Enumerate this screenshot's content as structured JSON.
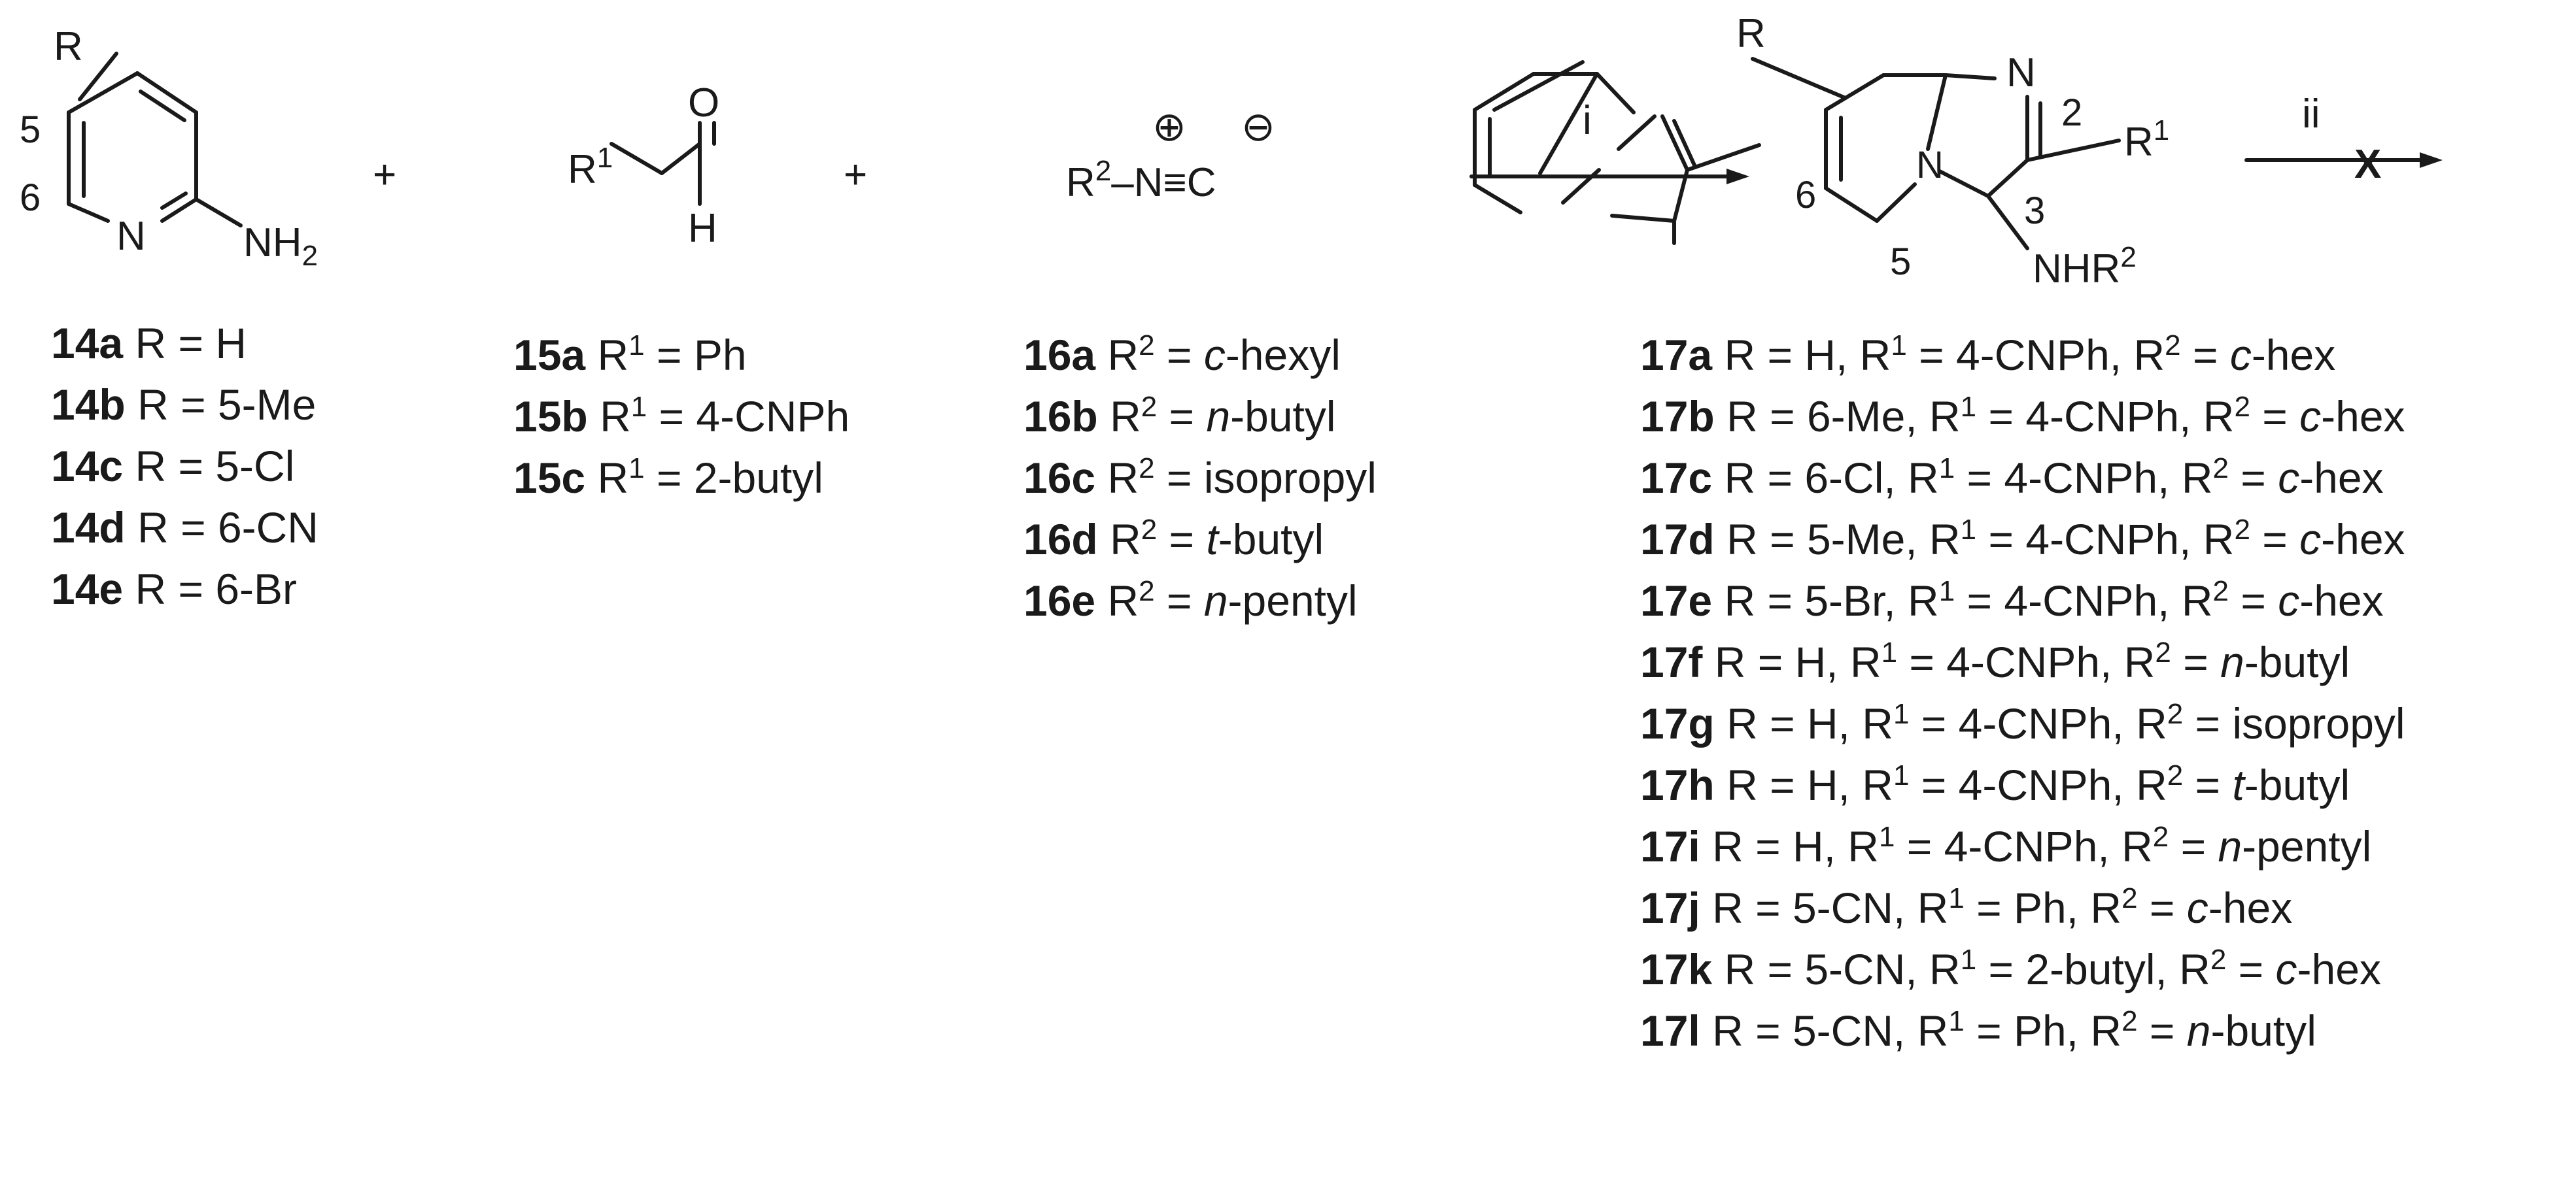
{
  "reactants": {
    "aminopyridine": {
      "R": "R",
      "pos5": "5",
      "pos6": "6",
      "N": "N",
      "NH": "NH",
      "sub2": "2"
    },
    "aldehyde": {
      "R": "R",
      "sup1": "1",
      "O": "O",
      "H": "H"
    },
    "isocyanide": {
      "R": "R",
      "sup2": "2",
      "dash": "–",
      "N": "N",
      "triple": "≡",
      "C": "C",
      "plus": "⊕",
      "minus": "⊖"
    }
  },
  "plus_signs": [
    "+",
    "+"
  ],
  "arrows": {
    "step1": "i",
    "step2": "ii",
    "blocked": "X"
  },
  "product": {
    "R": "R",
    "N_top": "N",
    "N_bridge": "N",
    "pos2": "2",
    "pos3": "3",
    "pos5": "5",
    "pos6": "6",
    "R1": "R",
    "R1_sup": "1",
    "NHR": "NHR",
    "NHR_sup": "2"
  },
  "lists": {
    "aminopyridines": [
      {
        "id": "14a",
        "pre": " R = H"
      },
      {
        "id": "14b",
        "pre": " R = 5-Me"
      },
      {
        "id": "14c",
        "pre": " R = 5-Cl"
      },
      {
        "id": "14d",
        "pre": " R = 6-CN"
      },
      {
        "id": "14e",
        "pre": " R = 6-Br"
      }
    ],
    "aldehydes": [
      {
        "id": "15a",
        "pre": " R",
        "sup": "1",
        "post": " = Ph"
      },
      {
        "id": "15b",
        "pre": " R",
        "sup": "1",
        "post": " = 4-CNPh"
      },
      {
        "id": "15c",
        "pre": " R",
        "sup": "1",
        "post": " = 2-butyl"
      }
    ],
    "isocyanides": [
      {
        "id": "16a",
        "pre": " R",
        "sup": "2",
        "post": " = ",
        "ital": "c",
        "tail": "-hexyl"
      },
      {
        "id": "16b",
        "pre": " R",
        "sup": "2",
        "post": " = ",
        "ital": "n",
        "tail": "-butyl"
      },
      {
        "id": "16c",
        "pre": " R",
        "sup": "2",
        "post": " = ",
        "ital": "",
        "tail": "isopropyl"
      },
      {
        "id": "16d",
        "pre": " R",
        "sup": "2",
        "post": " = ",
        "ital": "t",
        "tail": "-butyl"
      },
      {
        "id": "16e",
        "pre": " R",
        "sup": "2",
        "post": " = ",
        "ital": "n",
        "tail": "-pentyl"
      }
    ],
    "products": [
      {
        "id": "17a",
        "a": " R = H, R",
        "b": " = 4-CNPh, R",
        "c": " = ",
        "ital": "c",
        "tail": "-hex"
      },
      {
        "id": "17b",
        "a": " R = 6-Me, R",
        "b": " = 4-CNPh, R",
        "c": " = ",
        "ital": "c",
        "tail": "-hex"
      },
      {
        "id": "17c",
        "a": " R = 6-Cl, R",
        "b": " = 4-CNPh, R",
        "c": " = ",
        "ital": "c",
        "tail": "-hex"
      },
      {
        "id": "17d",
        "a": " R = 5-Me, R",
        "b": " = 4-CNPh, R",
        "c": " = ",
        "ital": "c",
        "tail": "-hex"
      },
      {
        "id": "17e",
        "a": " R = 5-Br, R",
        "b": " = 4-CNPh, R",
        "c": " = ",
        "ital": "c",
        "tail": "-hex"
      },
      {
        "id": "17f",
        "a": " R = H, R",
        "b": " = 4-CNPh, R",
        "c": " = ",
        "ital": "n",
        "tail": "-butyl"
      },
      {
        "id": "17g",
        "a": " R = H, R",
        "b": " = 4-CNPh, R",
        "c": " = ",
        "ital": "",
        "tail": "isopropyl"
      },
      {
        "id": "17h",
        "a": " R = H, R",
        "b": " = 4-CNPh, R",
        "c": " = ",
        "ital": "t",
        "tail": "-butyl"
      },
      {
        "id": "17i",
        "a": " R = H, R",
        "b": " = 4-CNPh, R",
        "c": " = ",
        "ital": "n",
        "tail": "-pentyl"
      },
      {
        "id": "17j",
        "a": " R = 5-CN, R",
        "b": " = Ph, R",
        "c": " = ",
        "ital": "c",
        "tail": "-hex"
      },
      {
        "id": "17k",
        "a": " R = 5-CN, R",
        "b": " = 2-butyl, R",
        "c": " = ",
        "ital": "c",
        "tail": "-hex"
      },
      {
        "id": "17l",
        "a": " R = 5-CN, R",
        "b": " = Ph, R",
        "c": " = ",
        "ital": "n",
        "tail": "-butyl"
      }
    ]
  },
  "sup_labels": {
    "one": "1",
    "two": "2"
  }
}
